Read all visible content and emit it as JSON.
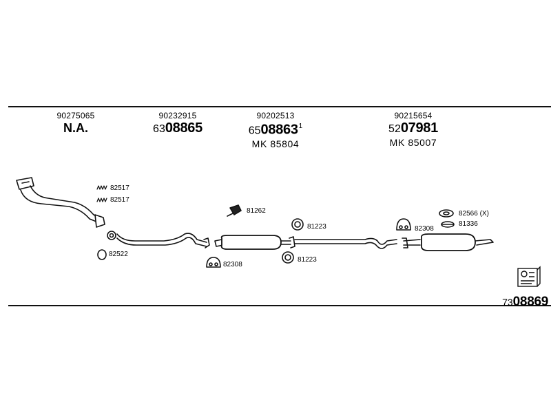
{
  "columns": [
    {
      "oe": "90275065",
      "part_prefix": "",
      "part_main": "N.A.",
      "part_note": "",
      "mk": ""
    },
    {
      "oe": "90232915",
      "part_prefix": "63",
      "part_main": "08865",
      "part_note": "",
      "mk": ""
    },
    {
      "oe": "90202513",
      "part_prefix": "65",
      "part_main": "08863",
      "part_note": "1",
      "mk": "MK 85804"
    },
    {
      "oe": "90215654",
      "part_prefix": "52",
      "part_main": "07981",
      "part_note": "",
      "mk": "MK 85007"
    }
  ],
  "labels": {
    "clamp_1": "82517",
    "clamp_2": "82517",
    "gasket": "82522",
    "hanger_left": "82308",
    "bracket": "81262",
    "ring_upper": "81223",
    "ring_lower": "81223",
    "hanger_right": "82308",
    "mount_x": "82566 (X)",
    "mount_2": "81336"
  },
  "kit": {
    "prefix": "73",
    "main": "08869",
    "icon": "kit-box-icon"
  }
}
